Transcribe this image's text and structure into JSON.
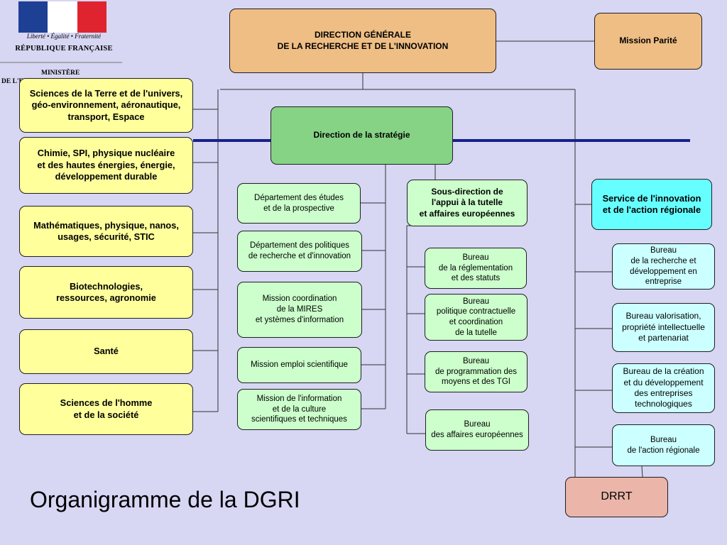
{
  "logo": {
    "motto": "Liberté • Égalité • Fraternité",
    "republic": "RÉPUBLIQUE FRANÇAISE",
    "ministry_line1": "MINISTÈRE",
    "ministry_line2": "DE L'E"
  },
  "title": "Organigramme de la DGRI",
  "nodes": {
    "dg": "DIRECTION GÉNÉRALE\nDE LA RECHERCHE ET DE L'INNOVATION",
    "mission_parite": "Mission Parité",
    "strategie": "Direction de la stratégie",
    "sectors": [
      "Sciences de la Terre et de l'univers,\ngéo-environnement, aéronautique,\ntransport, Espace",
      "Chimie, SPI, physique nucléaire\net des hautes énergies, énergie,\ndéveloppement durable",
      "Mathématiques, physique, nanos,\nusages, sécurité, STIC",
      "Biotechnologies,\nressources, agronomie",
      "Santé",
      "Sciences de l'homme\net de la société"
    ],
    "strategy_units": [
      "Département des études\net de la prospective",
      "Département des politiques\nde recherche et d'innovation",
      "Mission coordination\nde la MIRES\net ystèmes d'information",
      "Mission emploi scientifique",
      "Mission de l'information\net de la culture\nscientifiques et techniques"
    ],
    "sous_direction": "Sous-direction de\nl'appui à la tutelle\net affaires européennes",
    "sous_direction_bureaus": [
      "Bureau\nde la réglementation\net des statuts",
      "Bureau\npolitique contractuelle\net coordination\nde la tutelle",
      "Bureau\nde programmation des\nmoyens et des TGI",
      "Bureau\ndes affaires européennes"
    ],
    "service_innovation": "Service de l'innovation\net de l'action régionale",
    "service_bureaus": [
      "Bureau\nde la recherche et\ndéveloppement en\nentreprise",
      "Bureau valorisation,\npropriété intellectuelle\net partenariat",
      "Bureau de la création\net du développement\ndes entreprises\ntechnologiques",
      "Bureau\nde l'action régionale"
    ],
    "drrt": "DRRT"
  },
  "colors": {
    "background": "#d7d6f3",
    "direction_generale": "#efbe85",
    "sector_boxes": "#ffff9c",
    "strategy_direction": "#86d386",
    "strategy_units": "#ccffcc",
    "service_innovation": "#66ffff",
    "service_bureaus": "#ccffff",
    "drrt": "#ebb5a9",
    "blue_rule": "#16218a"
  }
}
